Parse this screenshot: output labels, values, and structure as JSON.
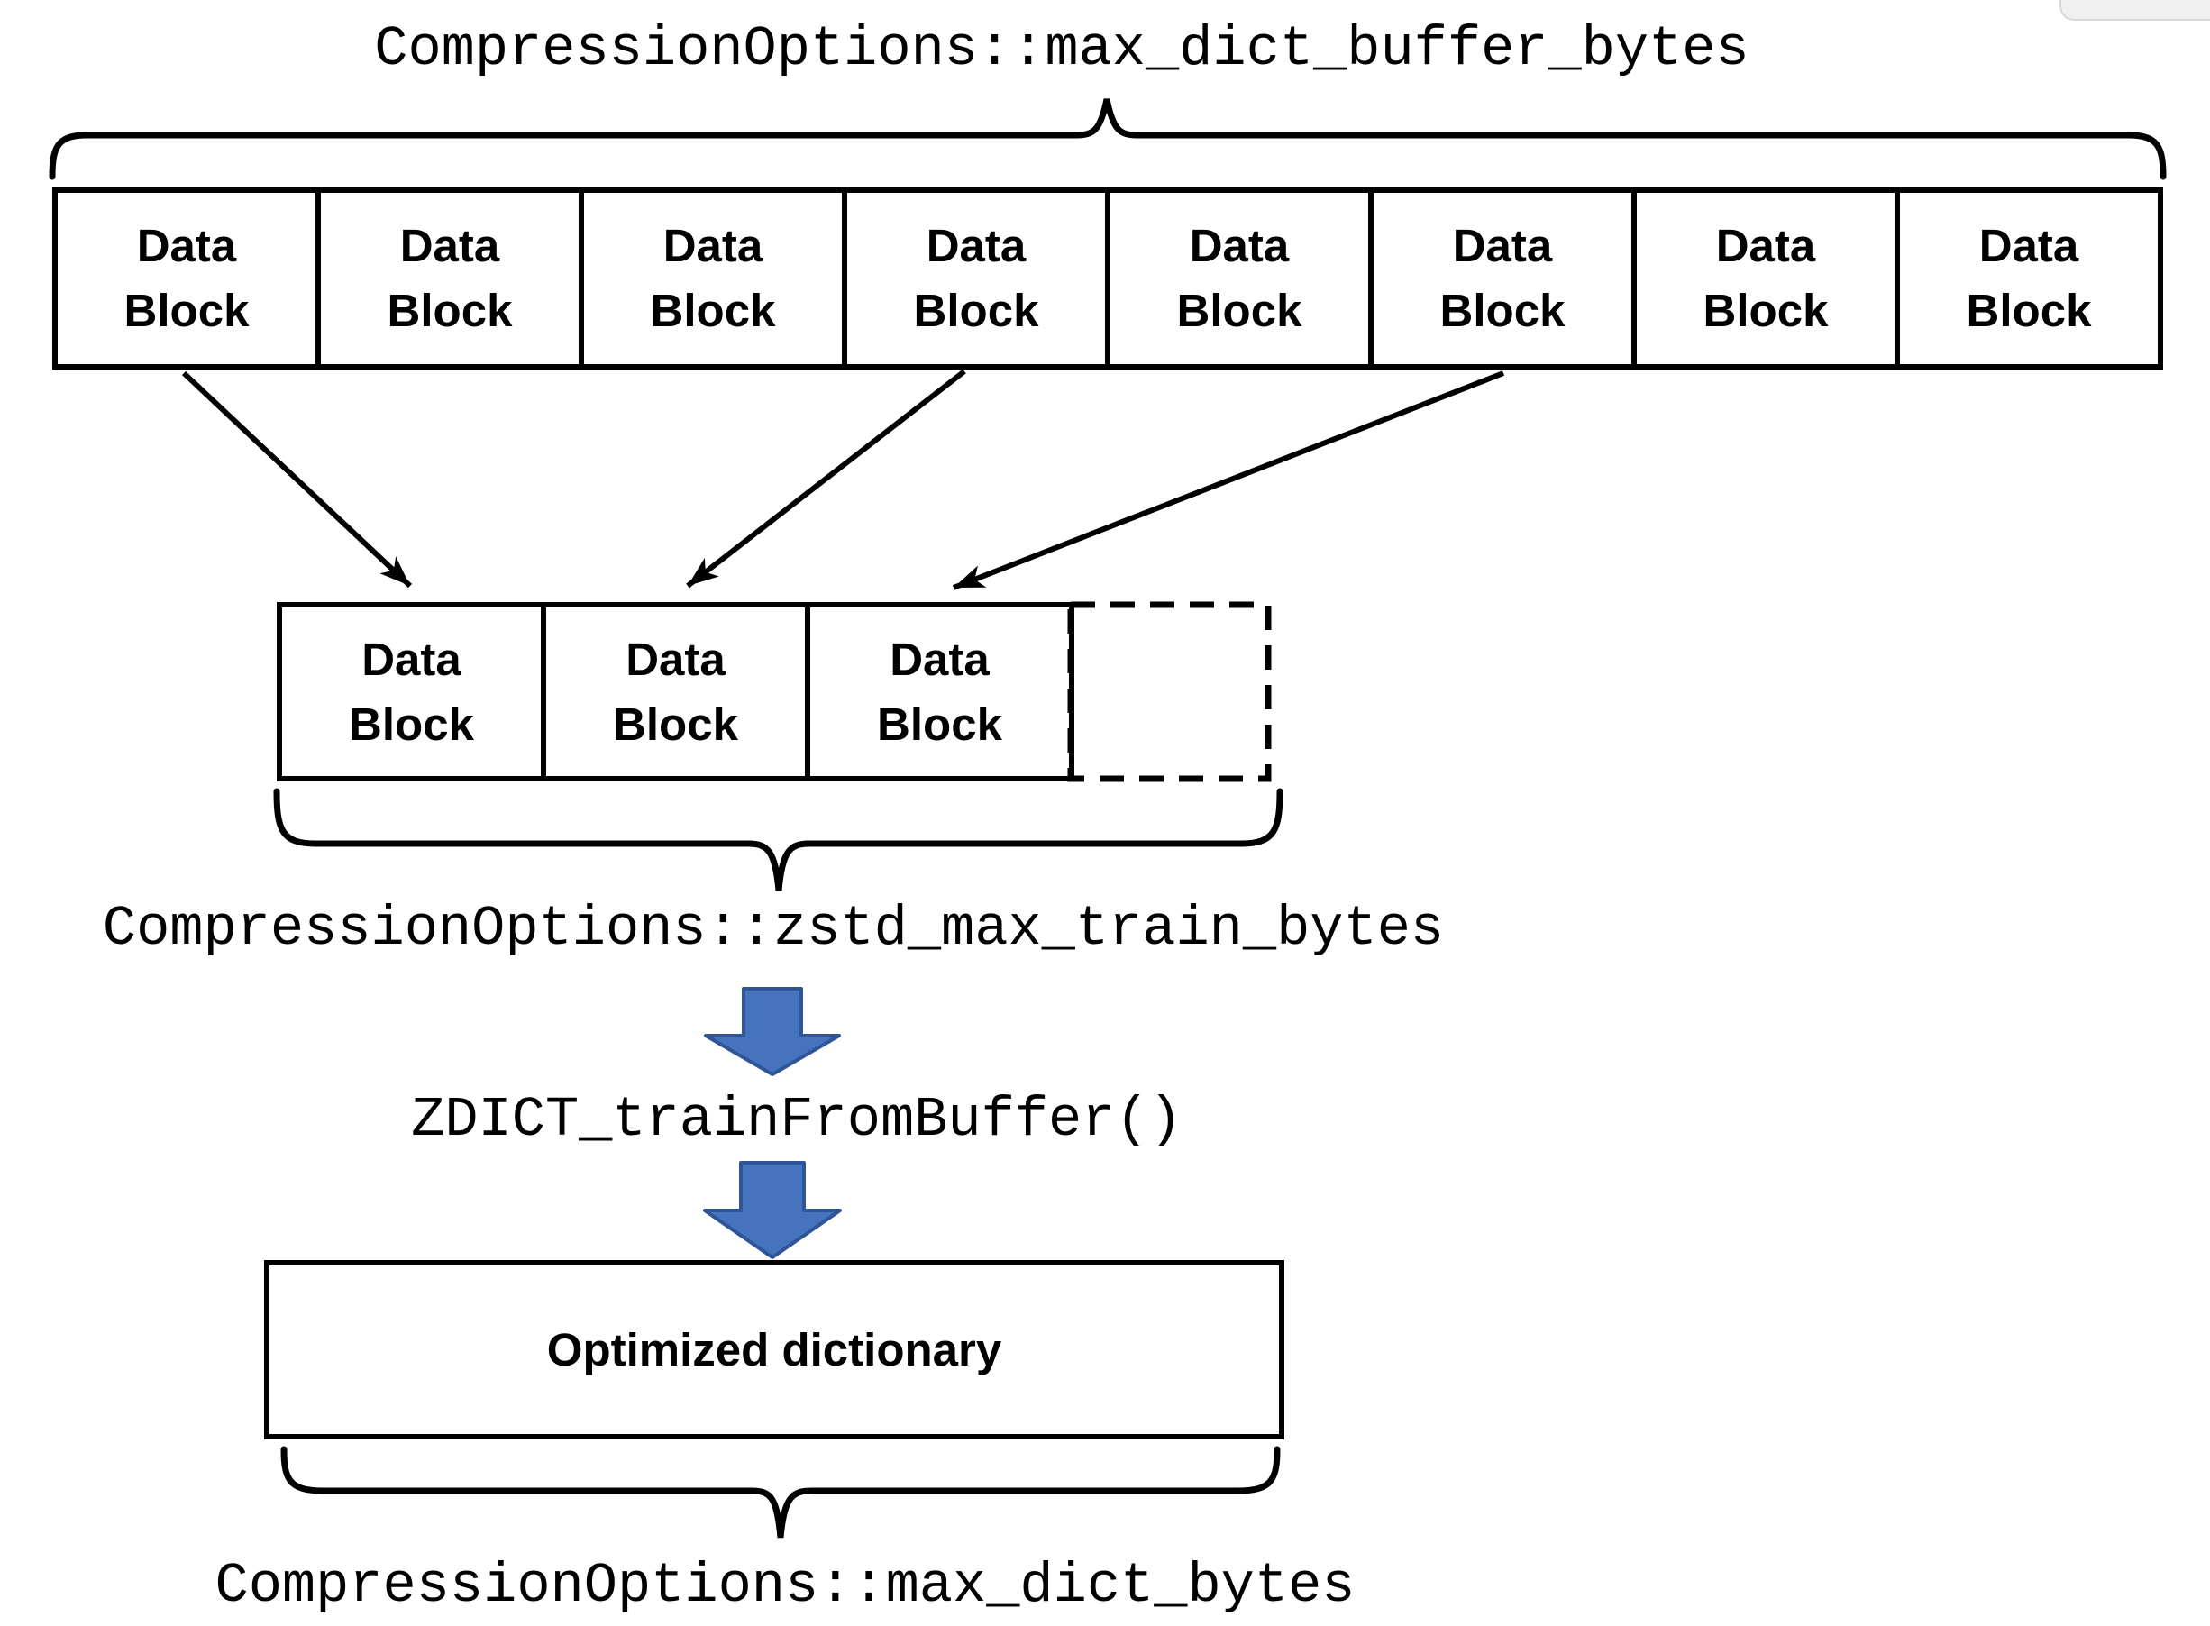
{
  "colors": {
    "stroke": "#000000",
    "arrow_fill": "#4673BE",
    "arrow_stroke": "#2F5597"
  },
  "labels": {
    "buffer_param": "CompressionOptions::max_dict_buffer_bytes",
    "train_param": "CompressionOptions::zstd_max_train_bytes",
    "train_function": "ZDICT_trainFromBuffer()",
    "dict_param": "CompressionOptions::max_dict_bytes"
  },
  "rows": {
    "buffer": {
      "blocks": [
        "Data\nBlock",
        "Data\nBlock",
        "Data\nBlock",
        "Data\nBlock",
        "Data\nBlock",
        "Data\nBlock",
        "Data\nBlock",
        "Data\nBlock"
      ]
    },
    "train": {
      "blocks": [
        "Data\nBlock",
        "Data\nBlock",
        "Data\nBlock"
      ],
      "dashed_block": ""
    }
  },
  "result_box": {
    "label": "Optimized dictionary"
  }
}
